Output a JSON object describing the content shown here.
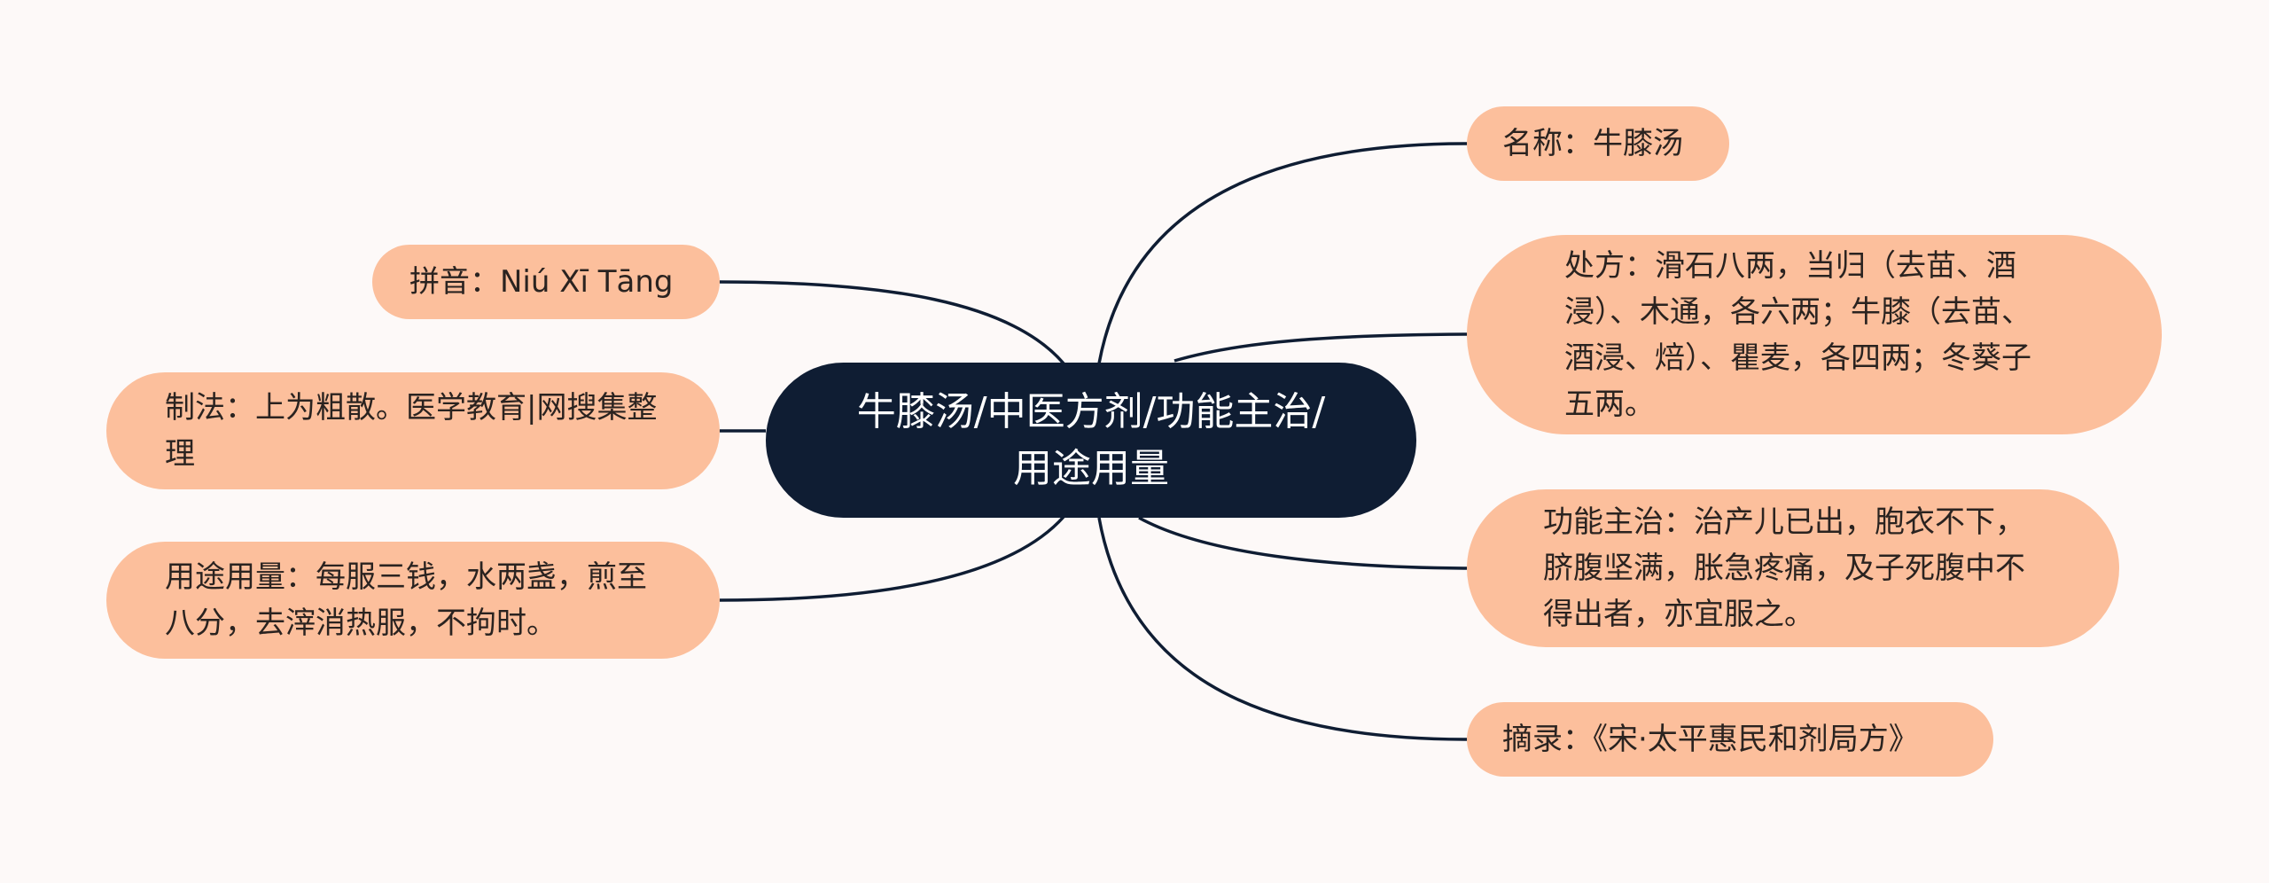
{
  "colors": {
    "background": "#fdf9f8",
    "center_fill": "#0f1d33",
    "center_text": "#ffffff",
    "node_fill": "#fcbf9c",
    "node_text": "#2a2320",
    "link_stroke": "#0f1d33"
  },
  "center": {
    "title": "牛膝汤/中医方剂/功能主治/用途用量"
  },
  "left_nodes": [
    {
      "text": "拼音：Niú Xī Tāng"
    },
    {
      "text": "制法：上为粗散。医学教育|网搜集整理"
    },
    {
      "text": "用途用量：每服三钱，水两盏，煎至八分，去滓消热服，不拘时。"
    }
  ],
  "right_nodes": [
    {
      "text": "名称：牛膝汤"
    },
    {
      "text": "处方：滑石八两，当归（去苗、酒浸）、木通，各六两；牛膝（去苗、酒浸、焙）、瞿麦，各四两；冬葵子五两。"
    },
    {
      "text": "功能主治：治产儿已出，胞衣不下，脐腹坚满，胀急疼痛，及子死腹中不得出者，亦宜服之。"
    },
    {
      "text": "摘录：《宋·太平惠民和剂局方》"
    }
  ]
}
